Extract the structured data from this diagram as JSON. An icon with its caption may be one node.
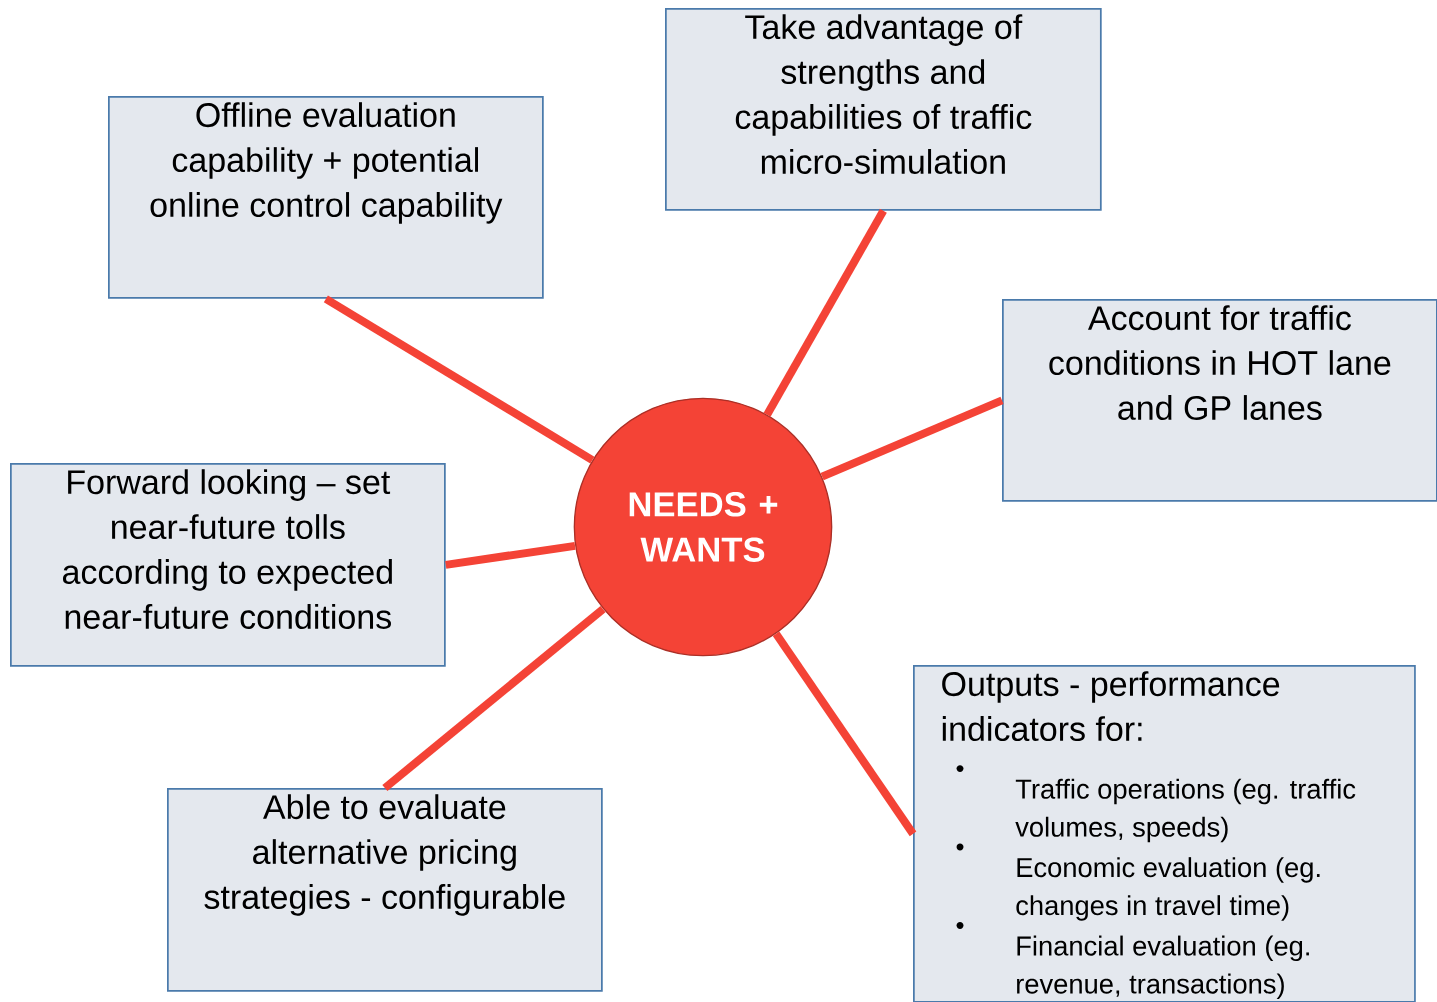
{
  "diagram": {
    "nodes": [
      {
        "text": [
          "NEEDS + WANTS"
        ]
      },
      {
        "text": [
          "Take advantage of strengths and capabilities of traffic micro-simulation"
        ]
      },
      {
        "text": [
          "Offline evaluation capability + potential online control capability"
        ]
      },
      {
        "text": [
          "Account for traffic conditions in HOT lane and GP lanes"
        ]
      },
      {
        "text": [
          "Forward looking – set near-future tolls according to expected near-future conditions"
        ]
      },
      {
        "text": [
          "Outputs - performance indicators for:",
          "Traffic operations (eg. traffic volumes, speeds)",
          "Economic evaluation (eg. changes in travel time)",
          "Financial evaluation (eg. revenue, transactions)"
        ]
      },
      {
        "text": [
          "Able to evaluate alternative pricing strategies - configurable"
        ]
      }
    ],
    "edges": [
      {
        "from": 0,
        "to": 1,
        "arrow": "none"
      },
      {
        "from": 0,
        "to": 2,
        "arrow": "none"
      },
      {
        "from": 0,
        "to": 3,
        "arrow": "none"
      },
      {
        "from": 0,
        "to": 4,
        "arrow": "none"
      },
      {
        "from": 0,
        "to": 5,
        "arrow": "none"
      },
      {
        "from": 0,
        "to": 6,
        "arrow": "none"
      }
    ]
  }
}
